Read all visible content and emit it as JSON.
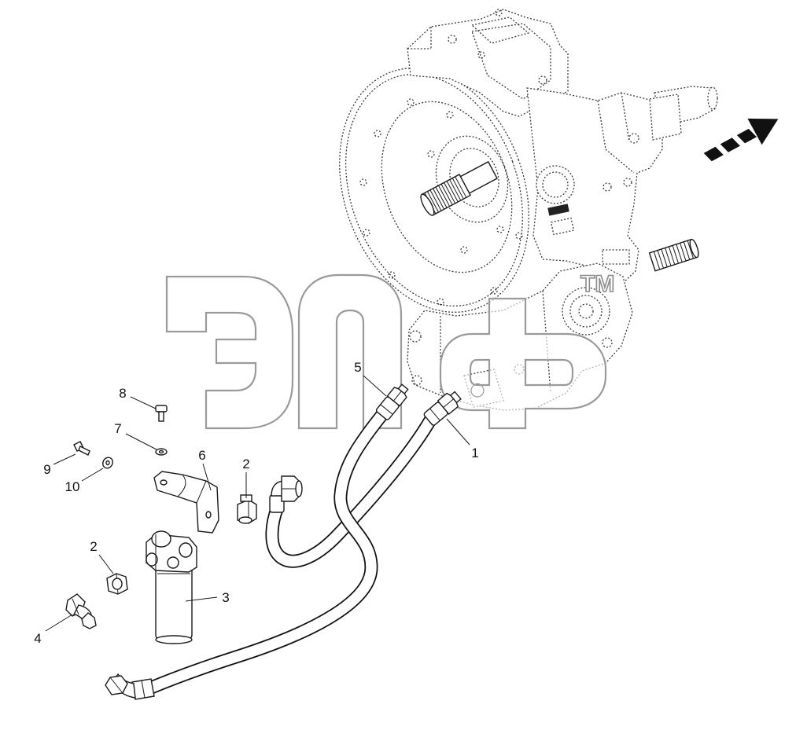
{
  "callouts": [
    {
      "label": "1"
    },
    {
      "label": "2"
    },
    {
      "label": "2"
    },
    {
      "label": "3"
    },
    {
      "label": "4"
    },
    {
      "label": "5"
    },
    {
      "label": "6"
    },
    {
      "label": "7"
    },
    {
      "label": "8"
    },
    {
      "label": "9"
    },
    {
      "label": "10"
    }
  ],
  "watermark": {
    "logo_text": "эпф",
    "trademark": "TM"
  },
  "icons": {
    "direction_arrow": "direction-arrow-icon"
  },
  "colors": {
    "line": "#1a1a1a",
    "watermark": "#9a9a9a",
    "arrow": "#111111",
    "background": "#ffffff"
  }
}
